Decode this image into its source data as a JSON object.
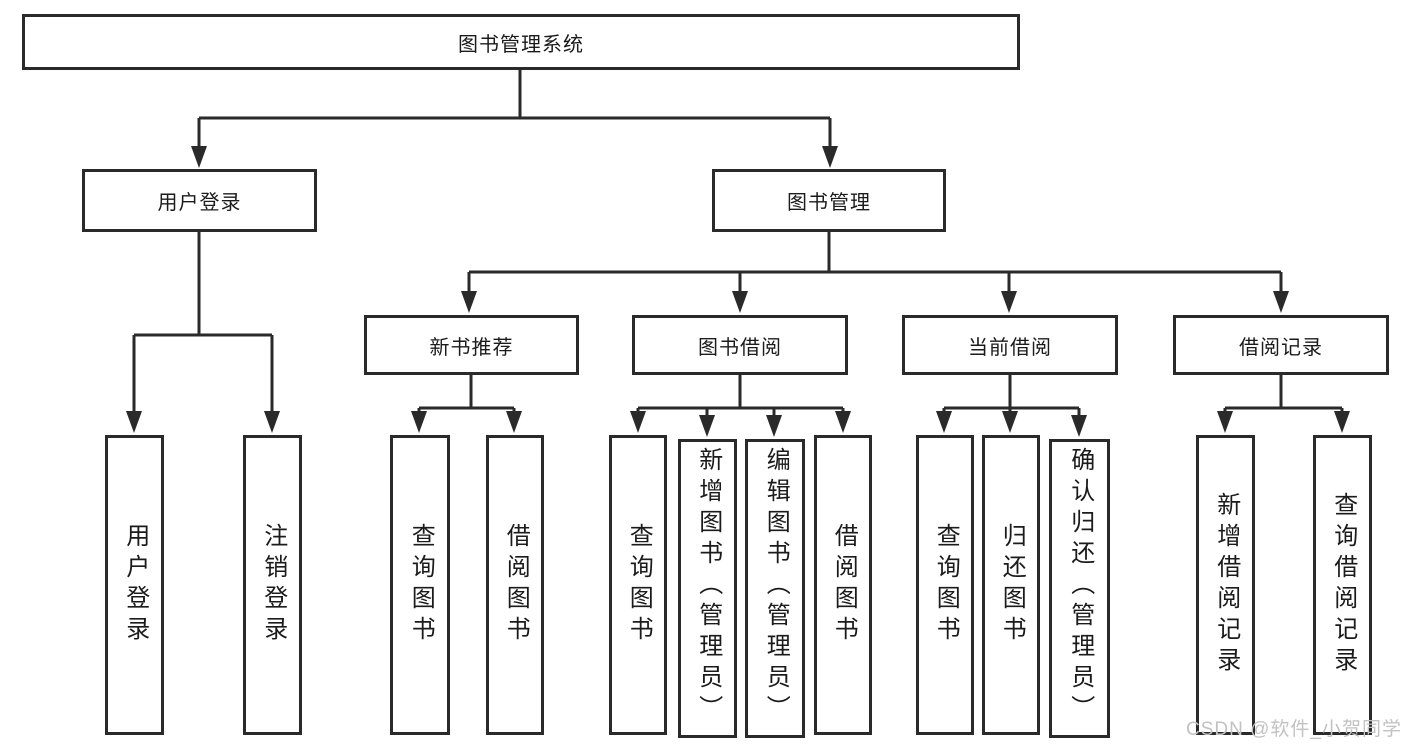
{
  "diagram": {
    "root": {
      "label": "图书管理系统"
    },
    "branches": [
      {
        "label": "用户登录",
        "children": [
          {
            "label": "用户登录"
          },
          {
            "label": "注销登录"
          }
        ]
      },
      {
        "label": "图书管理",
        "children": [
          {
            "label": "新书推荐",
            "children": [
              {
                "label": "查询图书"
              },
              {
                "label": "借阅图书"
              }
            ]
          },
          {
            "label": "图书借阅",
            "children": [
              {
                "label": "查询图书"
              },
              {
                "label": "新增图书（管理员）"
              },
              {
                "label": "编辑图书（管理员）"
              },
              {
                "label": "借阅图书"
              }
            ]
          },
          {
            "label": "当前借阅",
            "children": [
              {
                "label": "查询图书"
              },
              {
                "label": "归还图书"
              },
              {
                "label": "确认归还（管理员）"
              }
            ]
          },
          {
            "label": "借阅记录",
            "children": [
              {
                "label": "新增借阅记录"
              },
              {
                "label": "查询借阅记录"
              }
            ]
          }
        ]
      }
    ]
  },
  "colors": {
    "line": "#2a2a2a",
    "box_border": "#2a2a2a",
    "text": "#1b1b1b",
    "watermark": "#c2c2c2",
    "background": "#ffffff"
  },
  "watermark": {
    "text": "CSDN @软件_小贺同学"
  }
}
